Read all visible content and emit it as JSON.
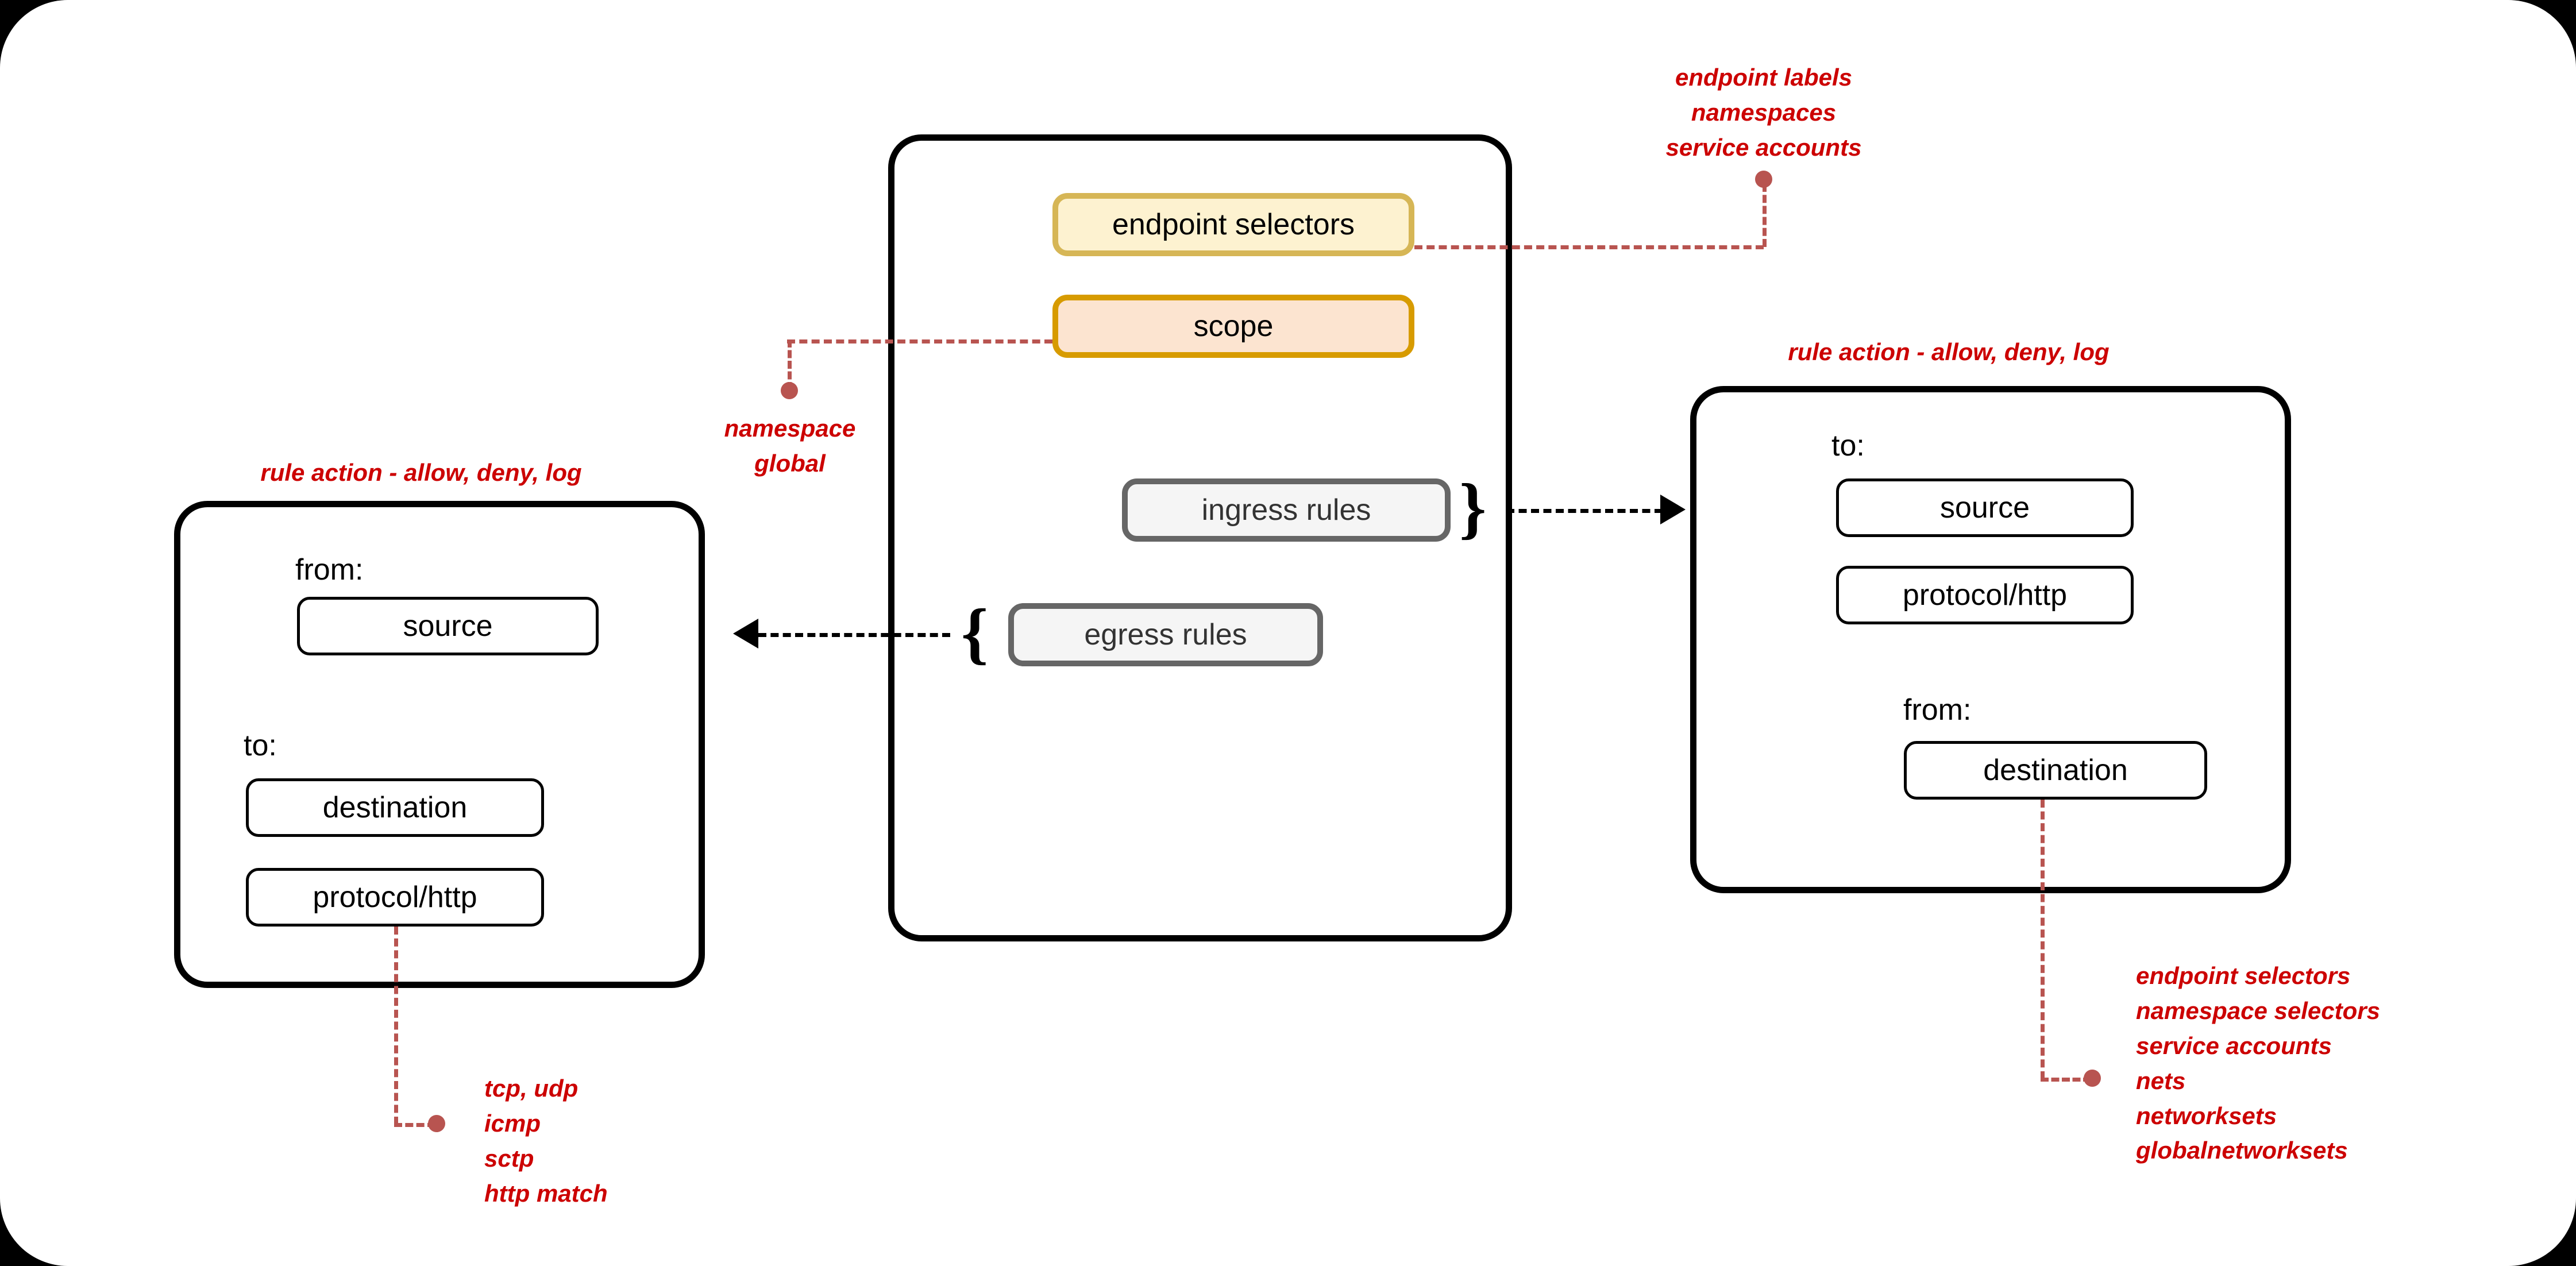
{
  "diagram": {
    "title": "network policy structure diagram",
    "colors": {
      "annotation_red": "#cc0000",
      "connector_red": "#b85450",
      "endpoint_selectors_fill": "#fdf2d0",
      "endpoint_selectors_border": "#d6b656",
      "scope_fill": "#fce4d0",
      "scope_border": "#d79b00",
      "rules_fill": "#f5f5f5",
      "rules_border": "#666666",
      "box_border": "#000000",
      "canvas": "#ffffff",
      "background": "#000000"
    }
  },
  "policy": {
    "endpoint_selectors": "endpoint selectors",
    "scope": "scope",
    "ingress_rules": "ingress rules",
    "egress_rules": "egress rules",
    "brace_right": "}",
    "brace_left": "{"
  },
  "egress_panel": {
    "action_note": "rule action - allow, deny, log",
    "from_label": "from:",
    "source": "source",
    "to_label": "to:",
    "destination": "destination",
    "protocol": "protocol/http"
  },
  "ingress_panel": {
    "action_note": "rule action - allow, deny, log",
    "to_label": "to:",
    "source": "source",
    "protocol": "protocol/http",
    "from_label": "from:",
    "destination": "destination"
  },
  "annotations": {
    "endpoint_selectors_note": {
      "lines": [
        "endpoint labels",
        "namespaces",
        "service accounts"
      ],
      "line1": "endpoint labels",
      "line2": "namespaces",
      "line3": "service accounts"
    },
    "scope_note": {
      "lines": [
        "namespace",
        "global"
      ],
      "line1": "namespace",
      "line2": "global"
    },
    "protocol_note": {
      "lines": [
        "tcp, udp",
        "icmp",
        "sctp",
        "http match"
      ],
      "line1": "tcp, udp",
      "line2": "icmp",
      "line3": "sctp",
      "line4": "http match"
    },
    "destination_note": {
      "lines": [
        "endpoint selectors",
        "namespace selectors",
        "service accounts",
        "nets",
        "networksets",
        "globalnetworksets"
      ],
      "line1": "endpoint selectors",
      "line2": "namespace selectors",
      "line3": "service accounts",
      "line4": "nets",
      "line5": "networksets",
      "line6": "globalnetworksets"
    }
  }
}
